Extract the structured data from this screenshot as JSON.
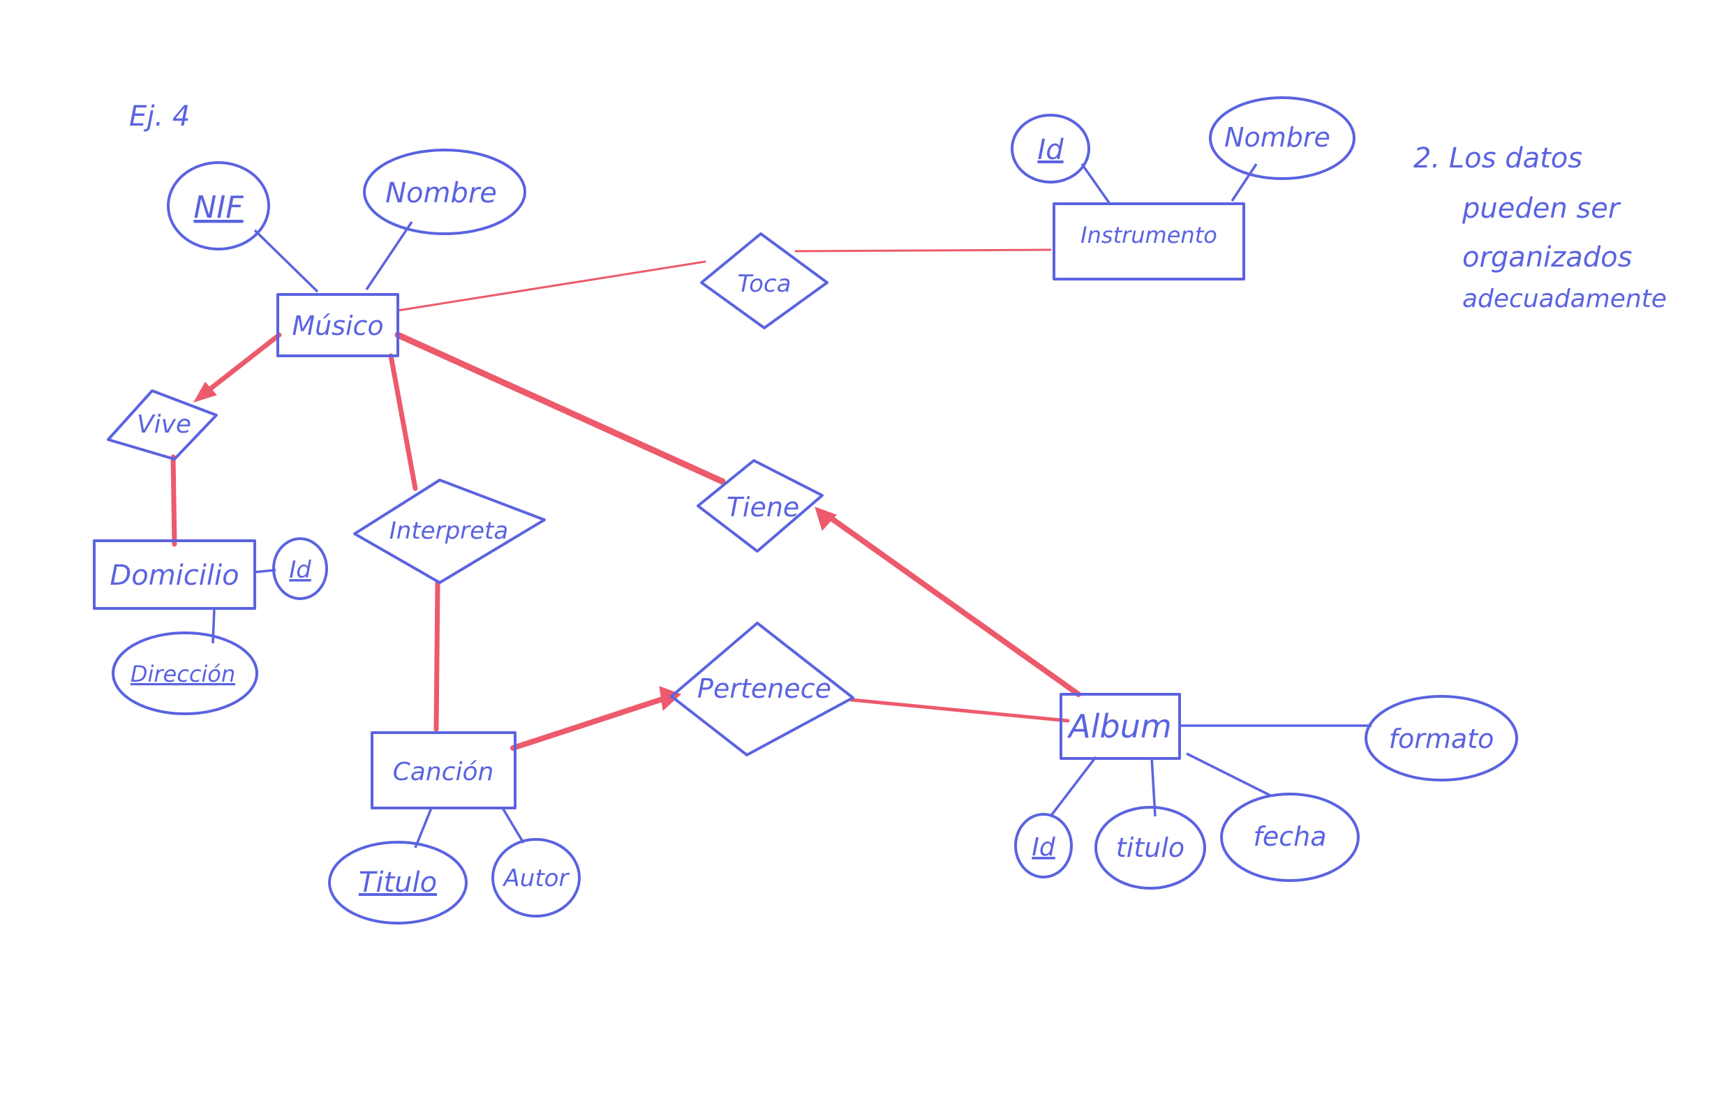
{
  "exercise_label": "Ej. 4",
  "note": {
    "lines": [
      "2. Los datos",
      "pueden ser",
      "organizados",
      "adecuadamente"
    ]
  },
  "entities": {
    "musico": "Músico",
    "instrumento": "Instrumento",
    "domicilio": "Domicilio",
    "cancion": "Canción",
    "album": "Album"
  },
  "relationships": {
    "toca": "Toca",
    "vive": "Vive",
    "interpreta": "Interpreta",
    "tiene": "Tiene",
    "pertenece": "Pertenece"
  },
  "attributes": {
    "musico_nif": "NIF",
    "musico_nombre": "Nombre",
    "instrumento_id": "Id",
    "instrumento_nombre": "Nombre",
    "domicilio_id": "Id",
    "domicilio_direccion": "Dirección",
    "cancion_titulo": "Titulo",
    "cancion_autor": "Autor",
    "album_id": "Id",
    "album_titulo": "titulo",
    "album_fecha": "fecha",
    "album_formato": "formato"
  },
  "colors": {
    "ink_blue": "#5a63e0",
    "ink_red": "#ec5a6c",
    "paper": "#ffffff"
  }
}
